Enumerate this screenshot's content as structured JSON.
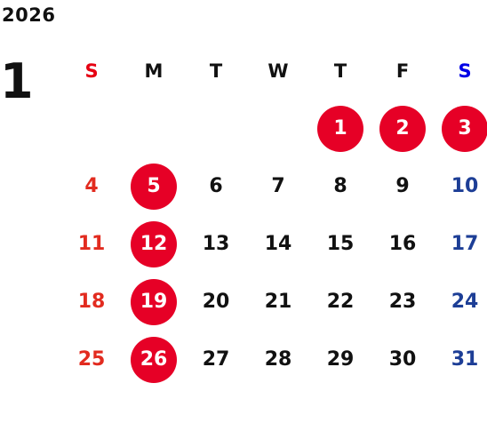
{
  "calendar": {
    "year": "2026",
    "month": "1",
    "weekdays": [
      "S",
      "M",
      "T",
      "W",
      "T",
      "F",
      "S"
    ],
    "weeks": [
      [
        {
          "day": "",
          "circled": false
        },
        {
          "day": "",
          "circled": false
        },
        {
          "day": "",
          "circled": false
        },
        {
          "day": "",
          "circled": false
        },
        {
          "day": "1",
          "circled": true
        },
        {
          "day": "2",
          "circled": true
        },
        {
          "day": "3",
          "circled": true
        }
      ],
      [
        {
          "day": "4",
          "circled": false
        },
        {
          "day": "5",
          "circled": true
        },
        {
          "day": "6",
          "circled": false
        },
        {
          "day": "7",
          "circled": false
        },
        {
          "day": "8",
          "circled": false
        },
        {
          "day": "9",
          "circled": false
        },
        {
          "day": "10",
          "circled": false
        }
      ],
      [
        {
          "day": "11",
          "circled": false
        },
        {
          "day": "12",
          "circled": true
        },
        {
          "day": "13",
          "circled": false
        },
        {
          "day": "14",
          "circled": false
        },
        {
          "day": "15",
          "circled": false
        },
        {
          "day": "16",
          "circled": false
        },
        {
          "day": "17",
          "circled": false
        }
      ],
      [
        {
          "day": "18",
          "circled": false
        },
        {
          "day": "19",
          "circled": true
        },
        {
          "day": "20",
          "circled": false
        },
        {
          "day": "21",
          "circled": false
        },
        {
          "day": "22",
          "circled": false
        },
        {
          "day": "23",
          "circled": false
        },
        {
          "day": "24",
          "circled": false
        }
      ],
      [
        {
          "day": "25",
          "circled": false
        },
        {
          "day": "26",
          "circled": true
        },
        {
          "day": "27",
          "circled": false
        },
        {
          "day": "28",
          "circled": false
        },
        {
          "day": "29",
          "circled": false
        },
        {
          "day": "30",
          "circled": false
        },
        {
          "day": "31",
          "circled": false
        }
      ]
    ]
  },
  "colors": {
    "circle": "#e60026",
    "sunday": "#e22b1f",
    "saturday": "#1d3e96",
    "weekday": "#111111"
  }
}
